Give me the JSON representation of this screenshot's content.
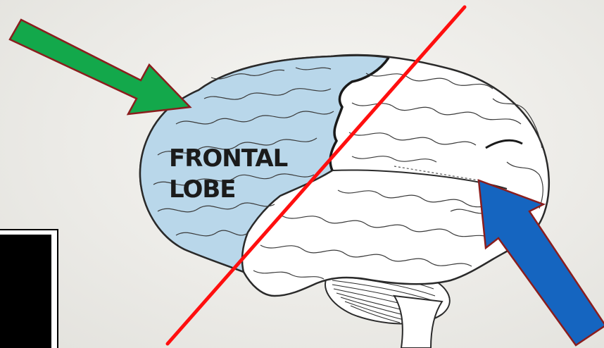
{
  "diagram": {
    "label_line1": "FRONTAL",
    "label_line2": "LOBE",
    "colors": {
      "background": "#ecebe7",
      "frontal_lobe_fill": "#b9d7ea",
      "brain_fill": "#ffffff",
      "outline": "#2a2a2a",
      "strike_line": "#ff0f0f",
      "green_arrow": "#13a84b",
      "blue_arrow": "#1565c0",
      "arrow_border": "#8b1d1d",
      "black_box": "#000000"
    },
    "icons": [
      "brain-illustration",
      "green-arrow-icon",
      "blue-arrow-icon",
      "strike-line"
    ]
  }
}
